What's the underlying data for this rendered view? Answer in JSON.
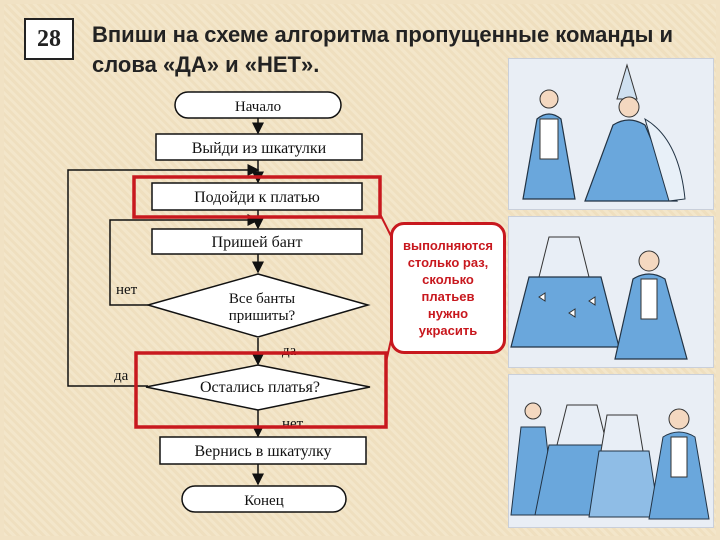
{
  "task": {
    "number": "28",
    "line1": "Впиши на схеме алгоритма пропущенные команды и",
    "line2": "слова «ДА» и «НЕТ»."
  },
  "flowchart": {
    "start": "Начало",
    "step1": "Выйди из шкатулки",
    "step2": "Подойди к платью",
    "step3": "Пришей бант",
    "decision1_line1": "Все банты",
    "decision1_line2": "пришиты?",
    "decision1_no": "нет",
    "decision1_yes": "да",
    "decision2": "Остались платья?",
    "decision2_yes": "да",
    "decision2_no": "нет",
    "step4": "Вернись в шкатулку",
    "end": "Конец"
  },
  "hint": {
    "line1": "выполняются",
    "line2": "столько раз,",
    "line3": "сколько",
    "line4": "платьев",
    "line5": "нужно",
    "line6": "украсить"
  },
  "colors": {
    "highlight": "#c8181e",
    "dress_blue": "#6aa7dc",
    "background": "#f1e2c4"
  }
}
